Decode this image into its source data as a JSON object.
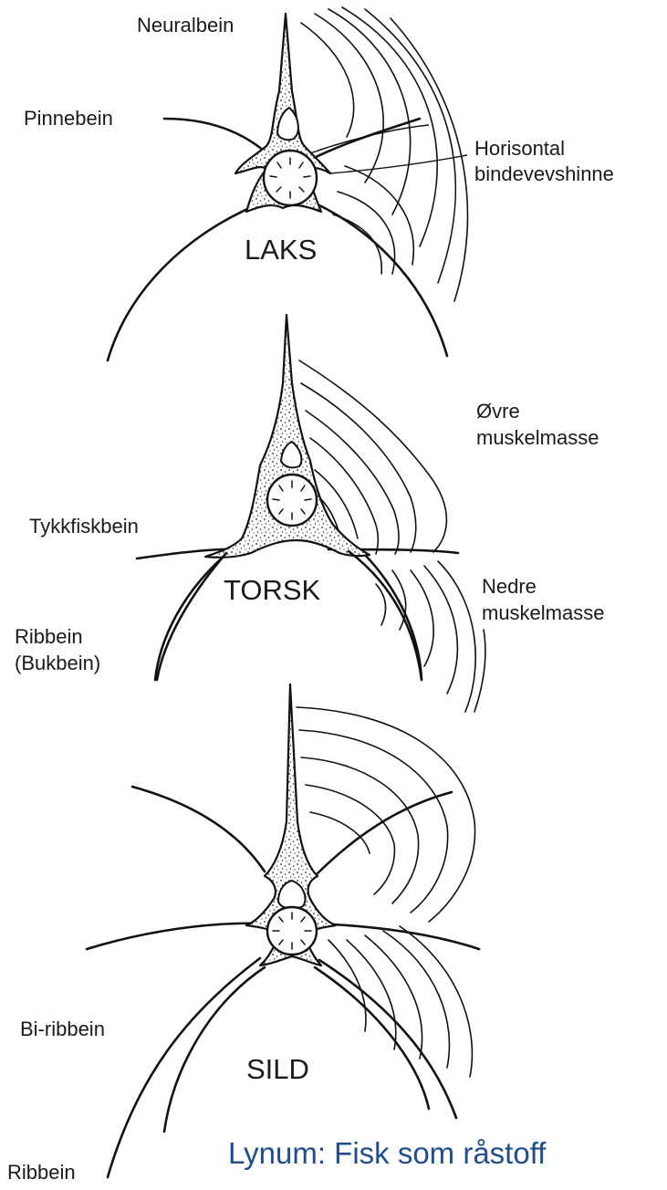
{
  "diagrams": [
    {
      "name": "LAKS",
      "labels": {
        "neural_bone": "Neuralbein",
        "pin_bone": "Pinnebein",
        "horizontal_septum_line1": "Horisontal",
        "horizontal_septum_line2": "bindevevshinne"
      }
    },
    {
      "name": "TORSK",
      "labels": {
        "upper_muscle_line1": "Øvre",
        "upper_muscle_line2": "muskelmasse",
        "thick_fish_bone": "Tykkfiskbein",
        "lower_muscle_line1": "Nedre",
        "lower_muscle_line2": "muskelmasse",
        "rib_line1": "Ribbein",
        "rib_line2": "(Bukbein)"
      }
    },
    {
      "name": "SILD",
      "labels": {
        "secondary_rib": "Bi-ribbein",
        "rib": "Ribbein"
      }
    }
  ],
  "credit": "Lynum: Fisk som råstoff",
  "colors": {
    "line": "#111111",
    "credit_text": "#1f4e8c",
    "background": "#ffffff"
  }
}
